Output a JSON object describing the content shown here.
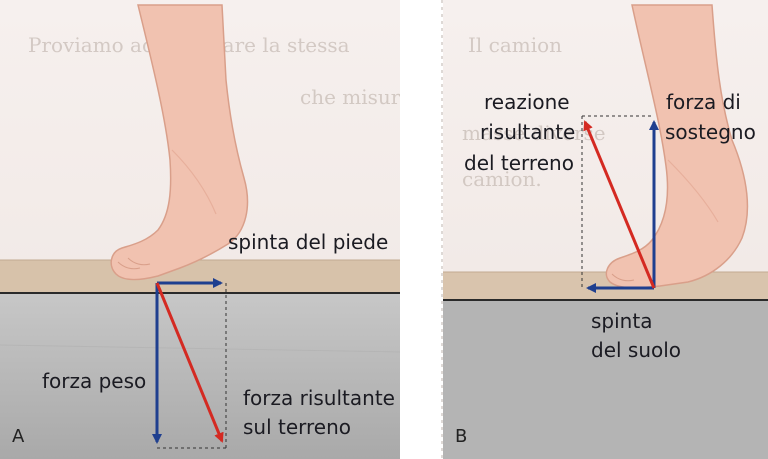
{
  "panel_a": {
    "letter": "A",
    "labels": {
      "push": "spinta del piede",
      "weight": "forza peso",
      "resultant_line1": "forza risultante",
      "resultant_line2": "sul terreno"
    }
  },
  "panel_b": {
    "letter": "B",
    "labels": {
      "reaction_line1": "reazione",
      "reaction_line2": "risultante",
      "reaction_line3": "del terreno",
      "support_line1": "forza di",
      "support_line2": "sostegno",
      "ground_push_line1": "spinta",
      "ground_push_line2": "del suolo"
    }
  },
  "background_text": {
    "line1": "Proviamo ad applicare la stessa",
    "line2": "Il camion",
    "line3": "che misura la forza di calamità.",
    "line4": "masse diverse",
    "line5": "camion."
  },
  "colors": {
    "force_blue": "#1f3f8f",
    "resultant_red": "#d42a22",
    "ground_beige": "#d7c2aa",
    "lower_gray": "#b9b9b9",
    "skin": "#f1c2b0"
  }
}
